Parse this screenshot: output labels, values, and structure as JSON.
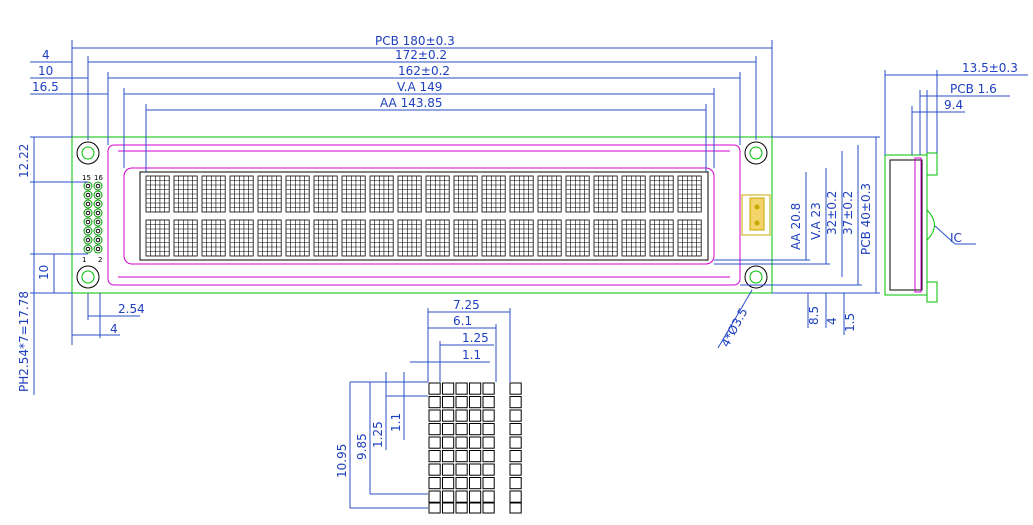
{
  "top_dims": {
    "pcb_width": "PCB 180±0.3",
    "outline_width": "172±0.2",
    "viewing_width": "162±0.2",
    "va_width": "V.A 149",
    "aa_width": "AA 143.85",
    "left_offset_4": "4",
    "left_offset_10": "10",
    "left_offset_16_5": "16.5"
  },
  "right_dims": {
    "aa_height": "AA 20.8",
    "va_height": "V.A 23",
    "h32": "32±0.2",
    "h37": "37±0.2",
    "pcb_height": "PCB 40±0.3",
    "hole": "4*Ø3.5",
    "b8_5": "8.5",
    "b4": "4",
    "b1_5": "1.5"
  },
  "left_dims": {
    "top_offset": "12.22",
    "pin_pitch": "PH2.54*7=17.78",
    "h10": "10",
    "p2_54": "2.54",
    "p4": "4"
  },
  "side_view": {
    "thickness": "13.5±0.3",
    "pcb_thickness": "PCB 1.6",
    "d9_4": "9.4",
    "ic_label": "IC"
  },
  "char_detail": {
    "w7_25": "7.25",
    "w6_1": "6.1",
    "w1_25": "1.25",
    "w1_1": "1.1",
    "h10_95": "10.95",
    "h9_85": "9.85",
    "h1_25": "1.25",
    "h1_1": "1.1"
  },
  "pins": {
    "p15": "15",
    "p16": "16",
    "p1": "1",
    "p2": "2"
  },
  "display": {
    "columns": 20,
    "rows": 2,
    "dot_cols": 5,
    "dot_rows": 8
  }
}
